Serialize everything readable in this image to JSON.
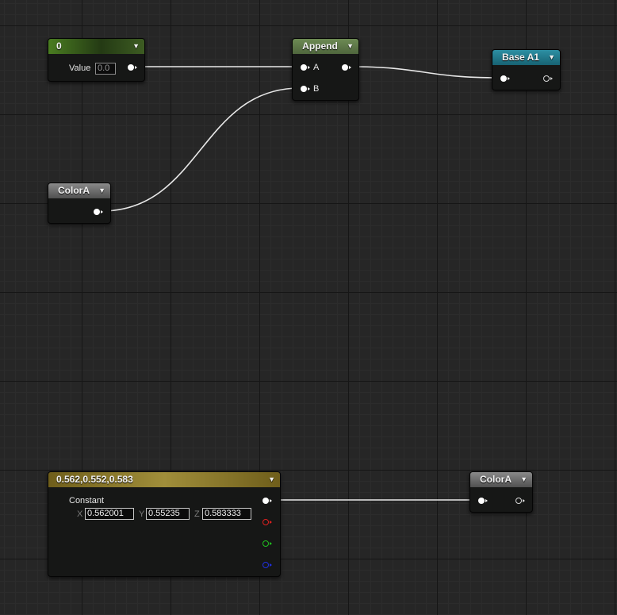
{
  "nodes": {
    "scalar": {
      "title": "0",
      "value_label": "Value",
      "value": "0.0"
    },
    "append": {
      "title": "Append",
      "pin_a": "A",
      "pin_b": "B"
    },
    "base": {
      "title": "Base A1"
    },
    "color_top": {
      "title": "ColorA"
    },
    "constant": {
      "title": "0.562,0.552,0.583",
      "label": "Constant",
      "x_label": "X",
      "x": "0.562001",
      "y_label": "Y",
      "y": "0.55235",
      "z_label": "Z",
      "z": "0.583333"
    },
    "color_bottom": {
      "title": "ColorA"
    }
  },
  "icons": {
    "dropdown": "chevron-down-icon",
    "pin_connected": "pin-filled-icon",
    "pin_unconnected": "pin-hollow-icon"
  },
  "colors": {
    "canvas_bg": "#262626",
    "header_scalar": "#4a7d21",
    "header_append": "#6d8a54",
    "header_base": "#2d8fa3",
    "header_color": "#8a8a8a",
    "header_constant": "#a08e3a",
    "wire": "#e8e8e8",
    "pin_red": "#e02020",
    "pin_green": "#20c020",
    "pin_blue": "#2030e0"
  }
}
